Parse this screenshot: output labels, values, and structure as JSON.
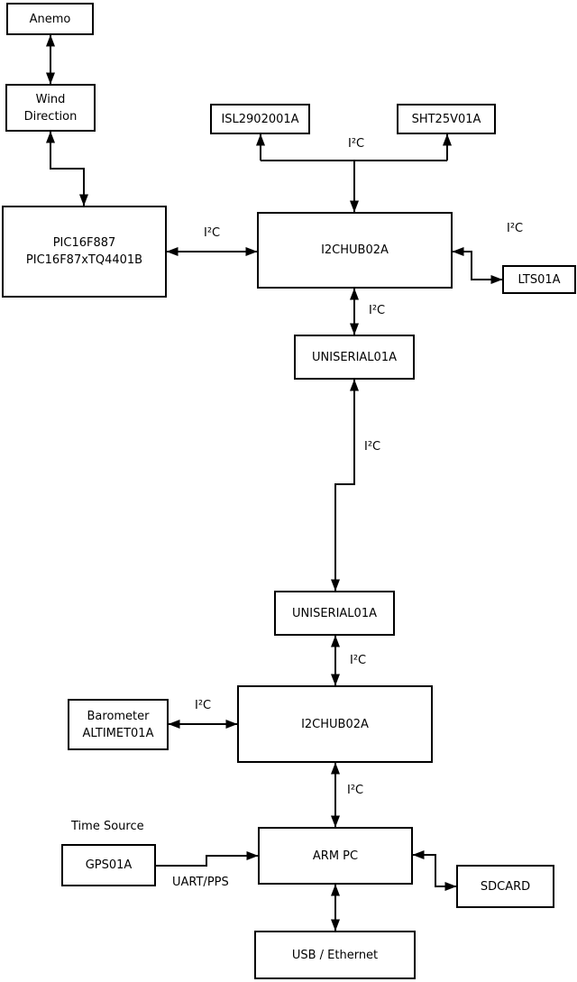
{
  "diagram": {
    "title_hint": "I2C sensor network block diagram",
    "colors": {
      "background": "#ffffff",
      "line": "#000000",
      "box_fill": "#ffffff"
    },
    "nodes": {
      "anemo": {
        "label": "Anemo"
      },
      "wind_direction": {
        "lines": [
          "Wind",
          "Direction"
        ]
      },
      "pic": {
        "lines": [
          "PIC16F887",
          "PIC16F87xTQ4401B"
        ]
      },
      "isl": {
        "label": "ISL2902001A"
      },
      "sht": {
        "label": "SHT25V01A"
      },
      "hub1": {
        "label": "I2CHUB02A"
      },
      "lts": {
        "label": "LTS01A"
      },
      "uniserial1": {
        "label": "UNISERIAL01A"
      },
      "uniserial2": {
        "label": "UNISERIAL01A"
      },
      "barometer": {
        "lines": [
          "Barometer",
          "ALTIMET01A"
        ]
      },
      "hub2": {
        "label": "I2CHUB02A"
      },
      "armpc": {
        "label": "ARM PC"
      },
      "gps": {
        "label": "GPS01A"
      },
      "sdcard": {
        "label": "SDCARD"
      },
      "usb_ethernet": {
        "label": "USB / Ethernet"
      }
    },
    "labels": {
      "i2c": "I²C",
      "time_source": "Time Source",
      "uart_pps": "UART/PPS"
    }
  }
}
